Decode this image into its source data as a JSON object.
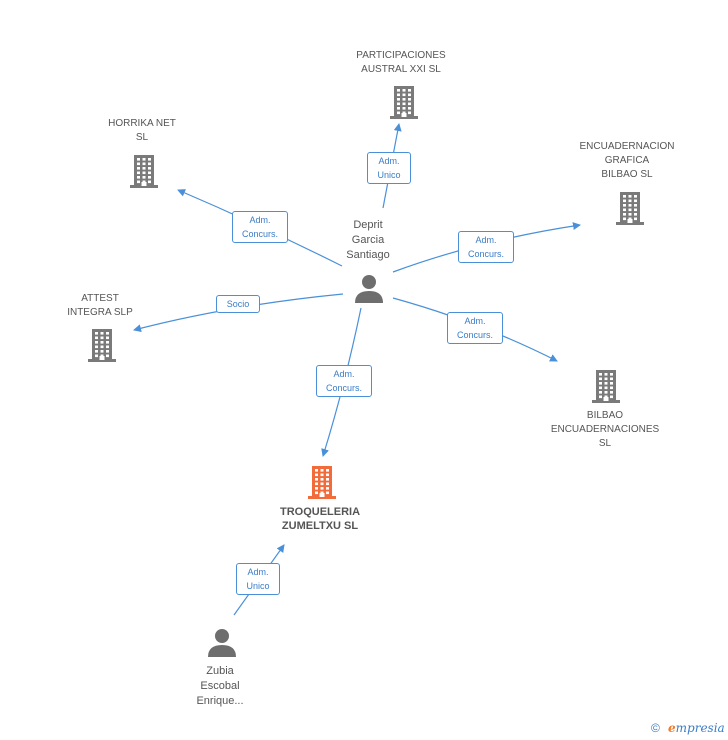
{
  "colors": {
    "edge": "#4a90d9",
    "company_icon": "#7a7a7a",
    "highlight_icon": "#f26b3a",
    "person_icon": "#6e6e6e"
  },
  "center_person": {
    "name_lines": [
      "Deprit",
      "Garcia",
      "Santiago"
    ]
  },
  "companies": [
    {
      "id": "participaciones",
      "name_lines": [
        "PARTICIPACIONES",
        "AUSTRAL XXI SL"
      ]
    },
    {
      "id": "horrika",
      "name_lines": [
        "HORRIKA NET",
        "SL"
      ]
    },
    {
      "id": "encuadernacion_grafica",
      "name_lines": [
        "ENCUADERNACION",
        "GRAFICA",
        "BILBAO SL"
      ]
    },
    {
      "id": "attest",
      "name_lines": [
        "ATTEST",
        "INTEGRA SLP"
      ]
    },
    {
      "id": "bilbao_encuadernaciones",
      "name_lines": [
        "BILBAO",
        "ENCUADERNACIONES",
        "SL"
      ]
    },
    {
      "id": "troqueleria",
      "name_lines": [
        "TROQUELERIA",
        "ZUMELTXU SL"
      ]
    }
  ],
  "other_person": {
    "name_lines": [
      "Zubia",
      "Escobal",
      "Enrique..."
    ]
  },
  "relations": [
    {
      "id": "to_participaciones",
      "lines": [
        "Adm.",
        "Unico"
      ]
    },
    {
      "id": "to_horrika",
      "lines": [
        "Adm.",
        "Concurs."
      ]
    },
    {
      "id": "to_encuadernacion_grafica",
      "lines": [
        "Adm.",
        "Concurs."
      ]
    },
    {
      "id": "to_attest",
      "lines": [
        "Socio"
      ]
    },
    {
      "id": "to_bilbao_encuadernaciones",
      "lines": [
        "Adm.",
        "Concurs."
      ]
    },
    {
      "id": "to_troqueleria",
      "lines": [
        "Adm.",
        "Concurs."
      ]
    },
    {
      "id": "zubia_to_troqueleria",
      "lines": [
        "Adm.",
        "Unico"
      ]
    }
  ],
  "footer": {
    "copyright_symbol": "©",
    "brand_first": "e",
    "brand_rest": "mpresia"
  }
}
